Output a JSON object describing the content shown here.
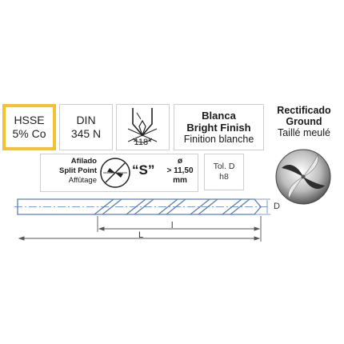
{
  "material": {
    "line1": "HSSE",
    "line2": "5% Co"
  },
  "standard": {
    "line1": "DIN",
    "line2": "345 N"
  },
  "point_angle": {
    "label": "118°"
  },
  "finish": {
    "es": "Blanca",
    "en": "Bright Finish",
    "fr": "Finition blanche"
  },
  "grinding": {
    "es": "Rectificado",
    "en": "Ground",
    "fr": "Taillé meulé"
  },
  "split_point": {
    "es": "Afilado",
    "en": "Split Point",
    "fr": "Affûtage"
  },
  "type": {
    "label": "“S”"
  },
  "diameter": {
    "symbol": "ø",
    "condition": "> 11,50",
    "unit": "mm"
  },
  "tolerance": {
    "line1": "Tol. D",
    "line2": "h8"
  },
  "drawing": {
    "diameter_label": "D",
    "flute_length_label": "l",
    "total_length_label": "L",
    "line_color": "#5a7fb5"
  }
}
